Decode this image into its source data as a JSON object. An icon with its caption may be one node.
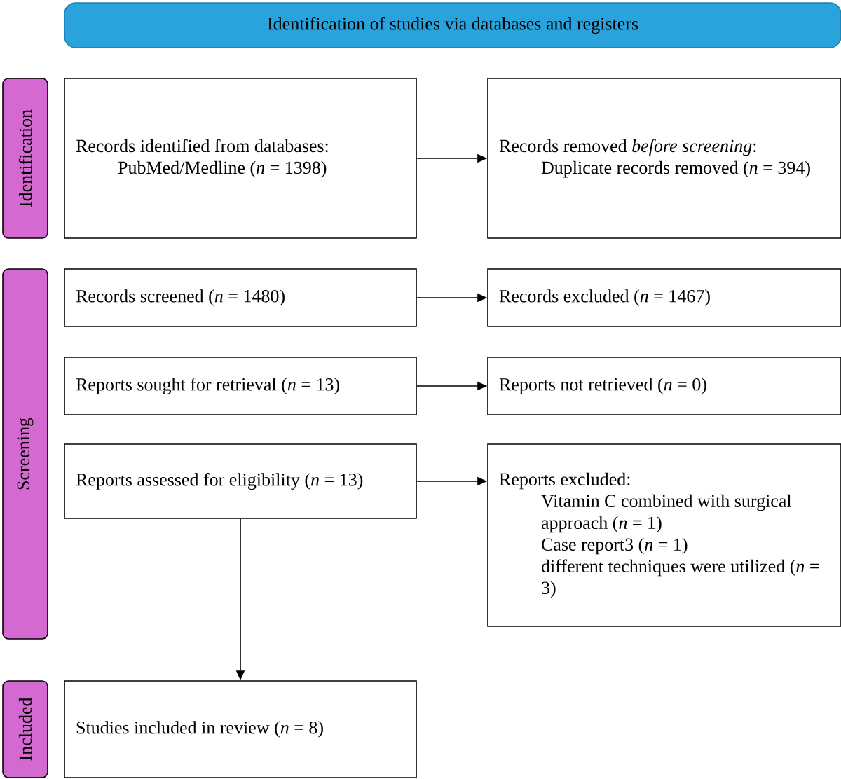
{
  "diagram": {
    "nodes": [
      {
        "text": [
          "Identification of studies via databases and registers"
        ]
      },
      {
        "text": [
          "Identification"
        ]
      },
      {
        "text": [
          "Records identified from databases:",
          "PubMed/Medline (*n* = 1398)"
        ]
      },
      {
        "text": [
          "Records removed *before screening*:",
          "Duplicate records removed (*n* = 394)"
        ]
      },
      {
        "text": [
          "Screening"
        ]
      },
      {
        "text": [
          "Records screened (*n* = 1480)"
        ]
      },
      {
        "text": [
          "Records excluded (*n* = 1467)"
        ]
      },
      {
        "text": [
          "Reports sought for retrieval (*n* = 13)"
        ]
      },
      {
        "text": [
          "Reports not retrieved (*n* = 0)"
        ]
      },
      {
        "text": [
          "Reports assessed for eligibility (*n* = 13)"
        ]
      },
      {
        "text": [
          "Reports excluded:",
          "Vitamin C combined with surgical approach (*n* = 1)",
          "Case report3 (*n* = 1)",
          "different techniques were utilized (*n* = 3)"
        ]
      },
      {
        "text": [
          "Included"
        ]
      },
      {
        "text": [
          "Studies included in review (*n* = 8)"
        ]
      }
    ],
    "edges": [
      {
        "from": 2,
        "to": 3,
        "arrow": "to"
      },
      {
        "from": 5,
        "to": 6,
        "arrow": "to"
      },
      {
        "from": 7,
        "to": 8,
        "arrow": "to"
      },
      {
        "from": 9,
        "to": 10,
        "arrow": "to"
      },
      {
        "from": 9,
        "to": 12,
        "arrow": "to"
      }
    ]
  }
}
